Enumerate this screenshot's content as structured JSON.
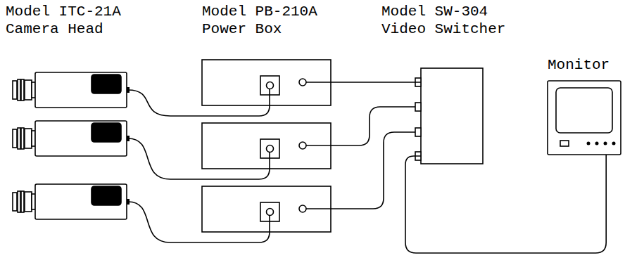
{
  "diagram": {
    "nodes": [
      {
        "text": [
          "Model ITC-21A Camera Head"
        ]
      },
      {
        "text": [
          "Model PB-210A Power Box"
        ]
      },
      {
        "text": [
          "Model SW-304 Video Switcher"
        ]
      },
      {
        "text": [
          "Monitor"
        ]
      }
    ],
    "edges": [
      {
        "from": 0,
        "to": 1,
        "arrow": "none"
      },
      {
        "from": 1,
        "to": 2,
        "arrow": "none"
      },
      {
        "from": 2,
        "to": 3,
        "arrow": "none"
      }
    ]
  }
}
